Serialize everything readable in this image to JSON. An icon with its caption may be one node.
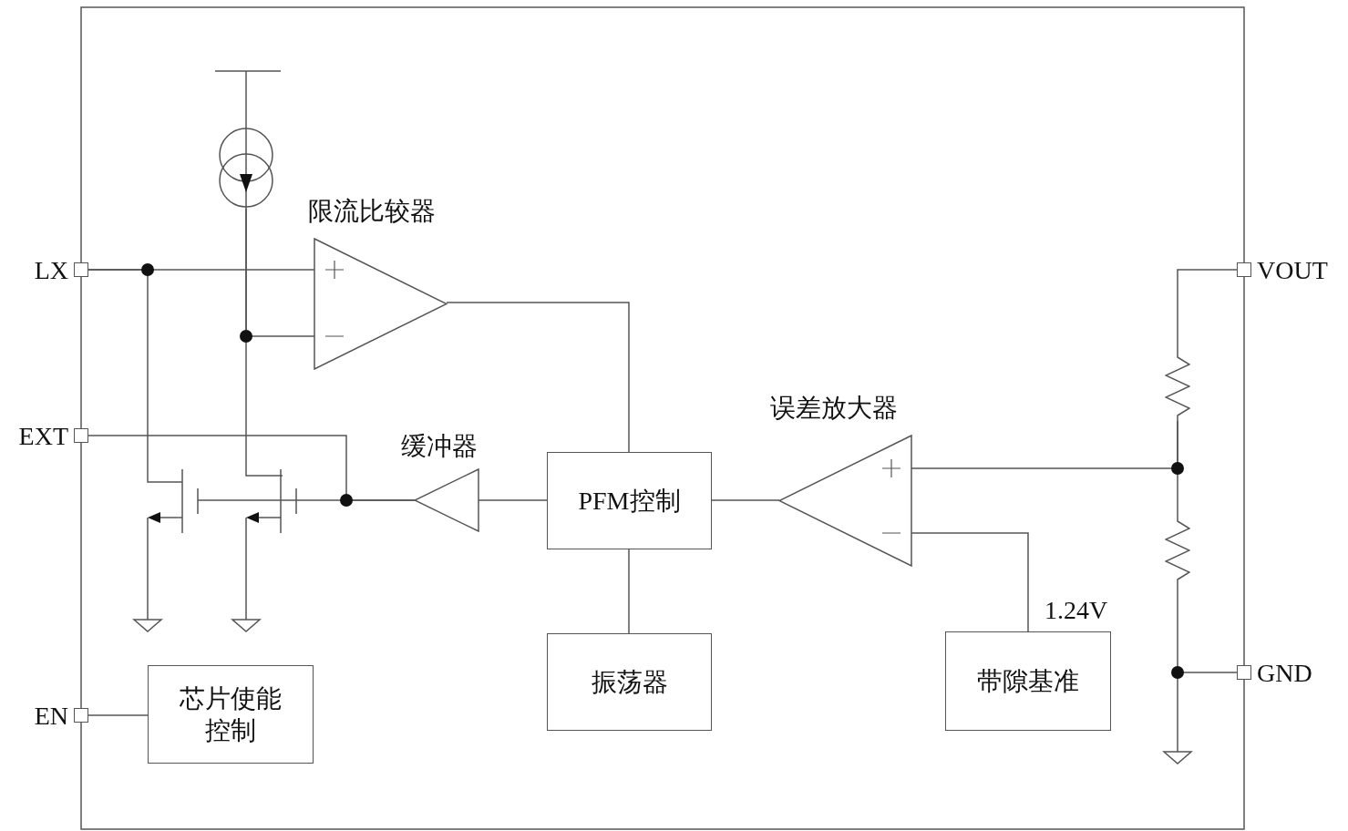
{
  "diagram": {
    "nodes": [
      {
        "text": [],
        "shape": "box",
        "beside": [
          "LX"
        ]
      },
      {
        "text": [],
        "shape": "box",
        "beside": [
          "EXT"
        ]
      },
      {
        "text": [],
        "shape": "box",
        "beside": [
          "EN"
        ]
      },
      {
        "text": [],
        "shape": "box",
        "beside": [
          "VOUT"
        ]
      },
      {
        "text": [],
        "shape": "box",
        "beside": [
          "GND"
        ]
      },
      {
        "text": [
          "限流比较器"
        ]
      },
      {
        "text": [
          "缓冲器"
        ]
      },
      {
        "text": [
          "PFM控制"
        ]
      },
      {
        "text": [
          "振荡器"
        ]
      },
      {
        "text": [
          "误差放大器"
        ]
      },
      {
        "text": [
          "带隙基准"
        ]
      },
      {
        "text": [
          "芯片使能控制"
        ]
      },
      {
        "text": [],
        "shape": "resistor"
      },
      {
        "text": [],
        "shape": "resistor"
      },
      {
        "text": [],
        "shape": "transistor"
      },
      {
        "text": [],
        "shape": "transistor"
      },
      {
        "text": [],
        "shape": "circle"
      }
    ],
    "edges": [
      {
        "from": 0,
        "to": 5,
        "arrow": "none"
      },
      {
        "from": 0,
        "to": 14,
        "arrow": "none"
      },
      {
        "from": 16,
        "to": 5,
        "arrow": "none"
      },
      {
        "from": 16,
        "to": 15,
        "arrow": "none"
      },
      {
        "from": 5,
        "to": 7,
        "arrow": "none"
      },
      {
        "from": 7,
        "to": 6,
        "arrow": "none"
      },
      {
        "from": 15,
        "to": 14,
        "arrow": "none"
      },
      {
        "from": 6,
        "to": 15,
        "arrow": "none"
      },
      {
        "from": 1,
        "to": 6,
        "arrow": "none"
      },
      {
        "from": 7,
        "to": 8,
        "arrow": "none"
      },
      {
        "from": 9,
        "to": 7,
        "arrow": "none"
      },
      {
        "from": 10,
        "to": 9,
        "arrow": "none"
      },
      {
        "from": 3,
        "to": 12,
        "arrow": "none"
      },
      {
        "from": 12,
        "to": 13,
        "arrow": "none"
      },
      {
        "from": 12,
        "to": 9,
        "arrow": "none"
      },
      {
        "from": 13,
        "to": 4,
        "arrow": "none"
      },
      {
        "from": 2,
        "to": 11,
        "arrow": "none"
      }
    ],
    "labels": [
      "1.24V"
    ]
  }
}
